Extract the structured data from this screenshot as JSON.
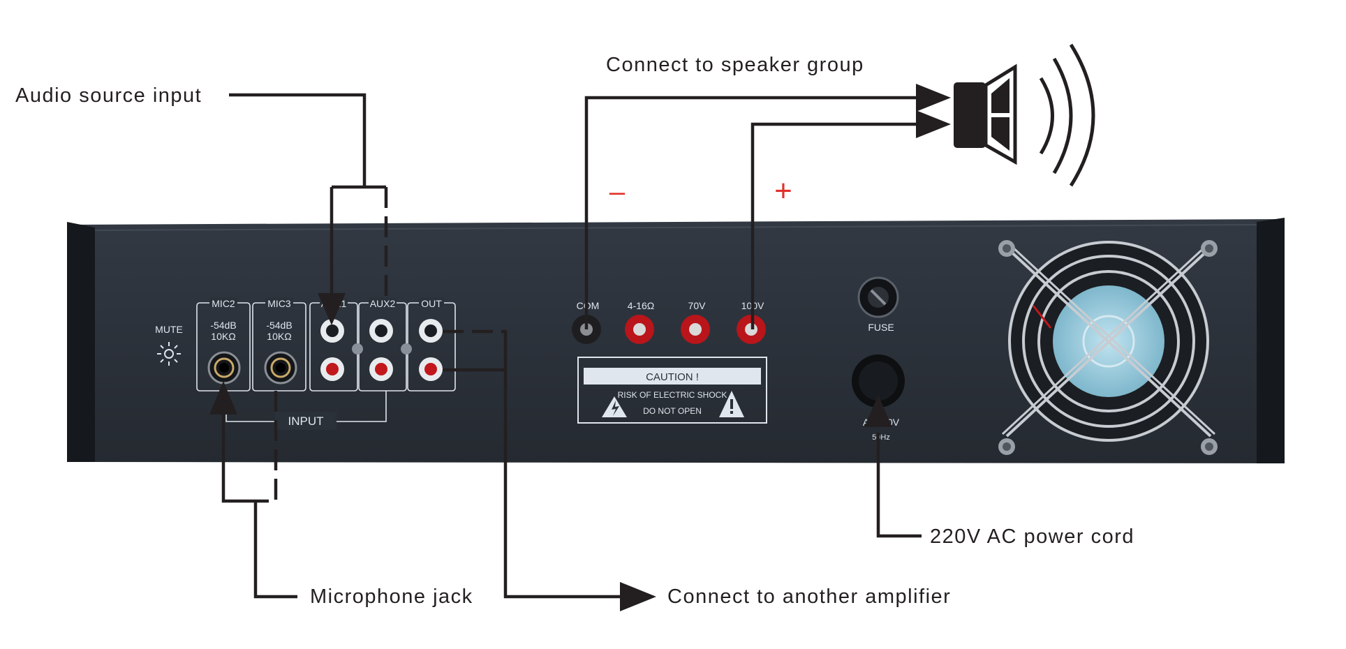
{
  "callouts": {
    "audio_source_input": "Audio source input",
    "speaker_group": "Connect to speaker group",
    "microphone_jack": "Microphone jack",
    "another_amplifier": "Connect to another amplifier",
    "power_cord": "220V AC power cord"
  },
  "polarity": {
    "minus": "–",
    "plus": "+"
  },
  "panel": {
    "mute": "MUTE",
    "mic2": "MIC2",
    "mic3": "MIC3",
    "mic_spec_line1": "-54dB",
    "mic_spec_line2": "10KΩ",
    "aux1": "AUX1",
    "aux2": "AUX2",
    "out": "OUT",
    "input": "INPUT",
    "com": "COM",
    "ohm": "4-16Ω",
    "v70": "70V",
    "v100": "100V",
    "caution_title": "CAUTION !",
    "caution_line1": "RISK OF ELECTRIC SHOCK",
    "caution_line2": "DO NOT OPEN",
    "fuse": "FUSE",
    "power_label": "AC220V",
    "power_freq": "50Hz"
  },
  "colors": {
    "panel": "#2b3139",
    "rack_ear": "#1a1d22",
    "text": "#231f20",
    "accent_red": "#e0322b",
    "terminal_red": "#c0181c"
  }
}
